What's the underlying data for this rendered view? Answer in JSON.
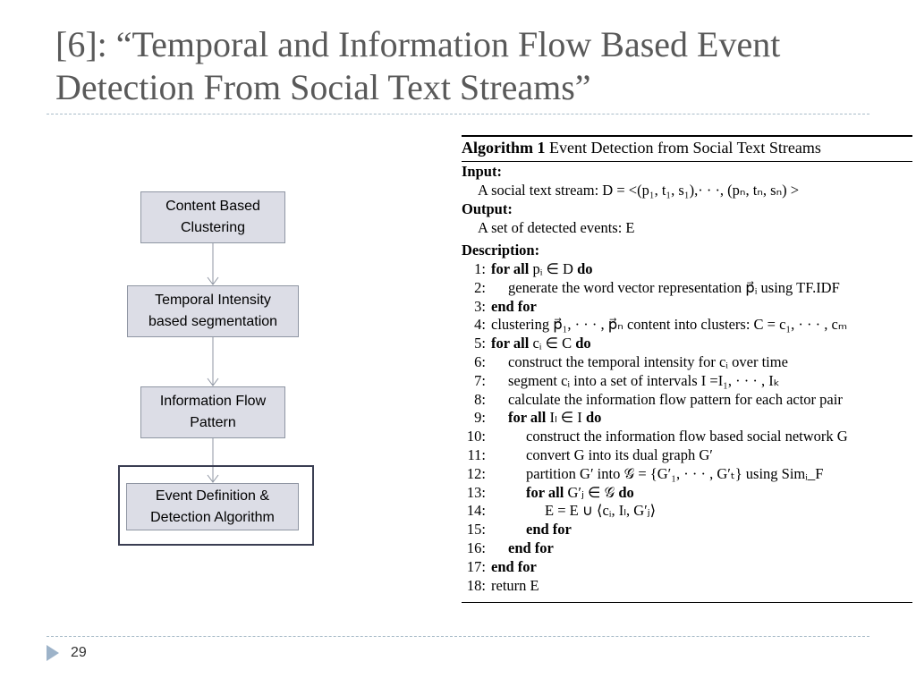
{
  "slide": {
    "title": "[6]: “Temporal and Information Flow Based Event Detection From Social Text Streams”",
    "page_number": "29"
  },
  "flowchart": {
    "boxes": [
      {
        "line1": "Content Based",
        "line2": "Clustering"
      },
      {
        "line1": "Temporal Intensity",
        "line2": "based segmentation"
      },
      {
        "line1": "Information Flow",
        "line2": "Pattern"
      },
      {
        "line1": "Event Definition &",
        "line2": "Detection Algorithm"
      }
    ],
    "highlighted_box": 4,
    "colors": {
      "box_fill": "#dcdde6",
      "box_border": "#8f96a3",
      "frame": "#3a3e52",
      "arrow": "#8f96a3"
    }
  },
  "algorithm": {
    "caption_label": "Algorithm 1",
    "caption_text": "Event Detection from Social Text Streams",
    "input_label": "Input:",
    "input_text": "A social text stream: D = <(p₁, t₁, s₁),· · ·, (pₙ, tₙ, sₙ) >",
    "output_label": "Output:",
    "output_text": "A set of detected events: E",
    "description_label": "Description:",
    "lines": [
      {
        "num": "1:",
        "indent": 0,
        "kw": "for all",
        "text": " pᵢ ∈ D ",
        "kw2": "do"
      },
      {
        "num": "2:",
        "indent": 1,
        "kw": "",
        "text": "generate the word vector representation p⃗ᵢ using TF.IDF",
        "kw2": ""
      },
      {
        "num": "3:",
        "indent": 0,
        "kw": "end for",
        "text": "",
        "kw2": ""
      },
      {
        "num": "4:",
        "indent": 0,
        "kw": "",
        "text": "clustering p⃗₁, · · · , p⃗ₙ content into clusters: C = c₁, · · · , cₘ",
        "kw2": ""
      },
      {
        "num": "5:",
        "indent": 0,
        "kw": "for all",
        "text": " cᵢ ∈ C ",
        "kw2": "do"
      },
      {
        "num": "6:",
        "indent": 1,
        "kw": "",
        "text": "construct the temporal intensity for cᵢ over time",
        "kw2": ""
      },
      {
        "num": "7:",
        "indent": 1,
        "kw": "",
        "text": "segment cᵢ into a set of intervals I =I₁, · · · , Iₖ",
        "kw2": ""
      },
      {
        "num": "8:",
        "indent": 1,
        "kw": "",
        "text": "calculate the information flow pattern for each actor pair",
        "kw2": ""
      },
      {
        "num": "9:",
        "indent": 1,
        "kw": "for all",
        "text": " Iₗ ∈ I ",
        "kw2": "do"
      },
      {
        "num": "10:",
        "indent": 2,
        "kw": "",
        "text": "construct the information flow based social network G",
        "kw2": ""
      },
      {
        "num": "11:",
        "indent": 2,
        "kw": "",
        "text": "convert G into its dual graph G′",
        "kw2": ""
      },
      {
        "num": "12:",
        "indent": 2,
        "kw": "",
        "text": "partition G′ into 𝒢 = {G′₁, · · · , G′ₜ} using Simᵢ_F",
        "kw2": ""
      },
      {
        "num": "13:",
        "indent": 2,
        "kw": "for all",
        "text": " G′ⱼ ∈ 𝒢 ",
        "kw2": "do"
      },
      {
        "num": "14:",
        "indent": 3,
        "kw": "",
        "text": "E = E ∪ ⟨cᵢ, Iₗ, G′ⱼ⟩",
        "kw2": ""
      },
      {
        "num": "15:",
        "indent": 2,
        "kw": "end for",
        "text": "",
        "kw2": ""
      },
      {
        "num": "16:",
        "indent": 1,
        "kw": "end for",
        "text": "",
        "kw2": ""
      },
      {
        "num": "17:",
        "indent": 0,
        "kw": "end for",
        "text": "",
        "kw2": ""
      },
      {
        "num": "18:",
        "indent": 0,
        "kw": "",
        "text": "return E",
        "kw2": ""
      }
    ]
  },
  "footer": {
    "nav_icon": "triangle-right-icon",
    "nav_color": "#9db3c9",
    "divider_color": "#a9bcc9"
  }
}
